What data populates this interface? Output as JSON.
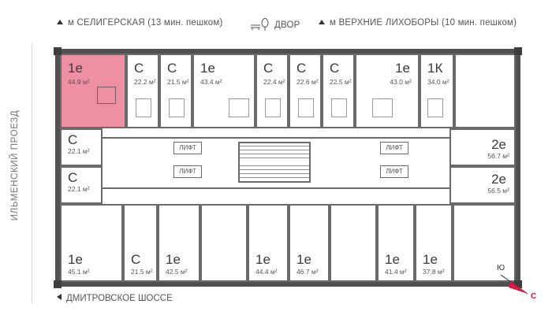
{
  "directions": {
    "top_left": "м СЕЛИГЕРСКАЯ (13 мин. пешком)",
    "top_middle": "ДВОР",
    "top_right": "м ВЕРХНИЕ ЛИХОБОРЫ (10 мин. пешком)",
    "bottom": "ДМИТРОВСКОЕ ШОССЕ",
    "left_vertical": "ИЛЬМЕНСКИЙ ПРОЕЗД"
  },
  "courtyard_icon": "tree-bench-icon",
  "compass": {
    "north": "Ю",
    "south": "С",
    "south_color": "#d7193f"
  },
  "lift_label": "ЛИФТ",
  "highlight_color": "#ee8fa4",
  "units": [
    {
      "type": "1е",
      "area": "44.9 м²",
      "active": true
    },
    {
      "type": "С",
      "area": "22.2 м²"
    },
    {
      "type": "С",
      "area": "21.5 м²"
    },
    {
      "type": "1е",
      "area": "43.4 м²"
    },
    {
      "type": "С",
      "area": "22.4 м²"
    },
    {
      "type": "С",
      "area": "22.6 м²"
    },
    {
      "type": "С",
      "area": "22.5 м²"
    },
    {
      "type": "1е",
      "area": "43.0 м²"
    },
    {
      "type": "1К",
      "area": "34.0 м²"
    },
    {
      "type": "С",
      "area": "22.1 м²"
    },
    {
      "type": "С",
      "area": "22.1 м²"
    },
    {
      "type": "2е",
      "area": "56.7 м²"
    },
    {
      "type": "2е",
      "area": "56.5 м²"
    },
    {
      "type": "1е",
      "area": "45.1 м²"
    },
    {
      "type": "С",
      "area": "21.5 м²"
    },
    {
      "type": "1е",
      "area": "42.5 м²"
    },
    {
      "type": "1е",
      "area": "44.4 м²"
    },
    {
      "type": "1е",
      "area": "46.7 м²"
    },
    {
      "type": "1е",
      "area": "41.4 м²"
    },
    {
      "type": "1е",
      "area": "37.8 м²"
    }
  ]
}
